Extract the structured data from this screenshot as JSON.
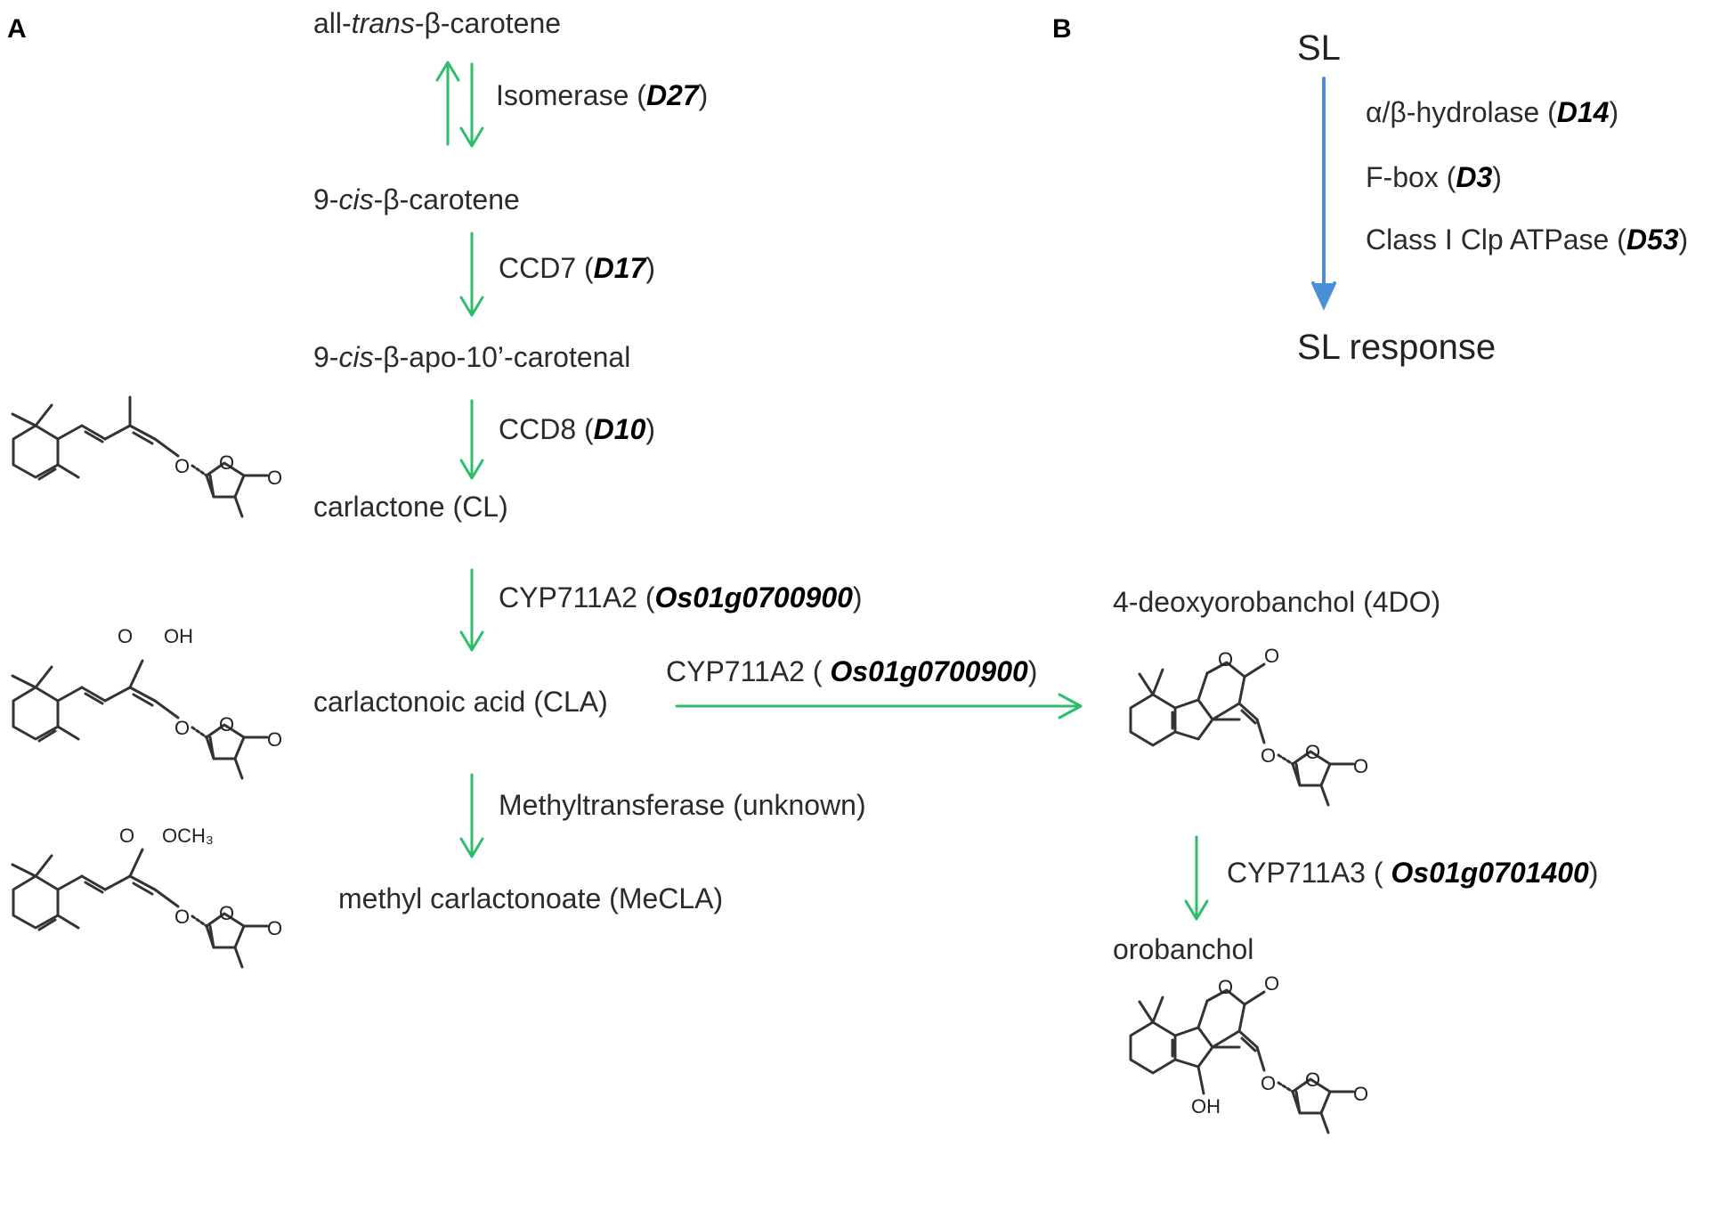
{
  "panels": {
    "a": "A",
    "b": "B"
  },
  "pathway": {
    "all_trans": {
      "pre": "all-",
      "it": "trans",
      "post": "-β-carotene"
    },
    "isomerase": {
      "pre": "Isomerase (",
      "gene": "D27",
      "post": ")"
    },
    "nine_cis": {
      "pre": "9-",
      "it": "cis",
      "post": "-β-carotene"
    },
    "ccd7": {
      "pre": "CCD7 (",
      "gene": "D17",
      "post": ")"
    },
    "apo": {
      "pre": "9-",
      "it": "cis",
      "post": "-β-apo-10’-carotenal"
    },
    "ccd8": {
      "pre": "CCD8 (",
      "gene": "D10",
      "post": ")"
    },
    "carlactone": "carlactone (CL)",
    "cyp_a2_down": {
      "pre": "CYP711A2 (",
      "gene": "Os01g0700900",
      "post": ")"
    },
    "cla": "carlactonoic acid (CLA)",
    "cyp_a2_right": {
      "pre": "CYP711A2 ( ",
      "gene": "Os01g0700900",
      "post": ")"
    },
    "methyltransferase": "Methyltransferase (unknown)",
    "mecla": "methyl carlactonoate (MeCLA)",
    "four_do": "4-deoxyorobanchol (4DO)",
    "cyp_a3": {
      "pre": "CYP711A3 ( ",
      "gene": "Os01g0701400",
      "post": ")"
    },
    "orobanchol": "orobanchol"
  },
  "signaling": {
    "sl": "SL",
    "hydrolase": {
      "pre": "α/β-hydrolase (",
      "gene": "D14",
      "post": ")"
    },
    "fbox": {
      "pre": "F-box (",
      "gene": "D3",
      "post": ")"
    },
    "clp": {
      "pre": "Class I Clp ATPase (",
      "gene": "D53",
      "post": ")"
    },
    "response": "SL response"
  },
  "structure_labels": {
    "o": "O",
    "oh": "OH",
    "och3": "OCH₃"
  },
  "colors": {
    "pathway_arrow": "#2dbe6c",
    "signal_arrow": "#4a90d9",
    "bond": "#333333"
  }
}
